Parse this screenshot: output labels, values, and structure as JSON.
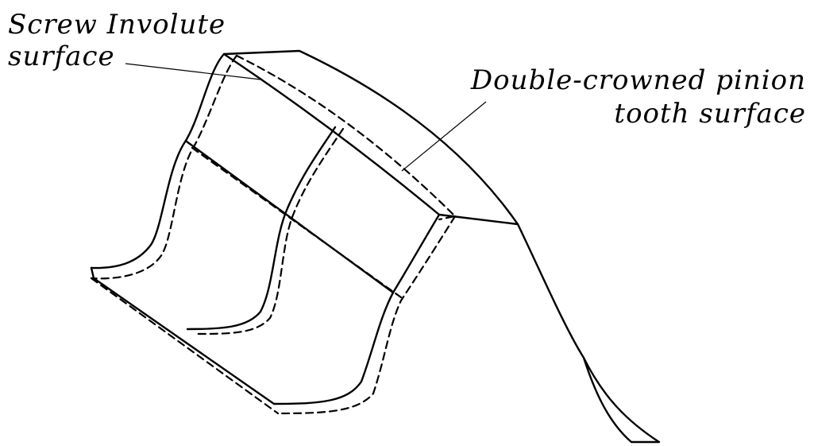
{
  "labels": {
    "screw_involute_line1": "Screw Involute",
    "screw_involute_line2": "surface",
    "double_crowned_line1": "Double-crowned pinion",
    "double_crowned_line2": "tooth surface"
  },
  "legend": {
    "solid_line": "",
    "dashed_line": ""
  },
  "colors": {
    "line": "#000000",
    "background": "#ffffff"
  }
}
